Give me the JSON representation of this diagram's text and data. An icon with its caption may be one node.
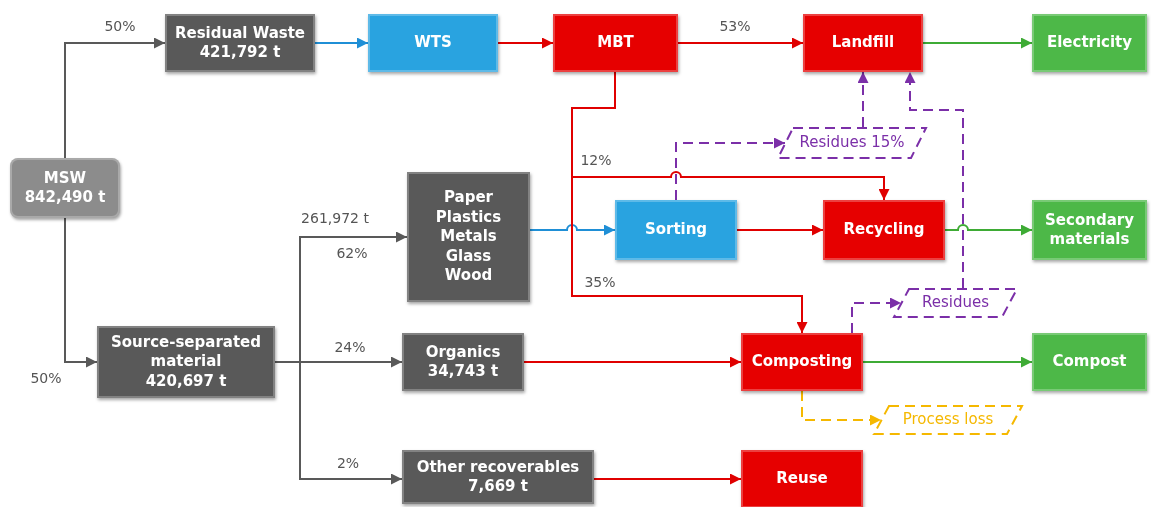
{
  "diagram": {
    "nodes": [
      {
        "text": [
          "MSW",
          "842,490 t"
        ]
      },
      {
        "text": [
          "Residual Waste",
          "421,792 t"
        ]
      },
      {
        "text": [
          "WTS"
        ]
      },
      {
        "text": [
          "MBT"
        ]
      },
      {
        "text": [
          "Landfill"
        ]
      },
      {
        "text": [
          "Electricity"
        ]
      },
      {
        "text": [
          "Paper",
          "Plastics",
          "Metals",
          "Glass",
          "Wood"
        ]
      },
      {
        "text": [
          "Sorting"
        ]
      },
      {
        "text": [
          "Recycling"
        ]
      },
      {
        "text": [
          "Secondary materials"
        ]
      },
      {
        "text": [
          "Source-separated material",
          "420,697 t"
        ]
      },
      {
        "text": [
          "Organics",
          "34,743 t"
        ]
      },
      {
        "text": [
          "Composting"
        ]
      },
      {
        "text": [
          "Compost"
        ]
      },
      {
        "text": [
          "Other recoverables",
          "7,669 t"
        ]
      },
      {
        "text": [
          "Reuse"
        ]
      },
      {
        "text": [
          "Residues 15%"
        ]
      },
      {
        "text": [
          "Residues"
        ]
      },
      {
        "text": [
          "Process loss"
        ]
      }
    ],
    "edges": [
      {
        "from": 0,
        "to": 1,
        "arrow": "to",
        "label": "50%",
        "color": "#595959"
      },
      {
        "from": 0,
        "to": 10,
        "arrow": "to",
        "label": "50%",
        "color": "#595959"
      },
      {
        "from": 1,
        "to": 2,
        "arrow": "to",
        "color": "#1f8fd6"
      },
      {
        "from": 2,
        "to": 3,
        "arrow": "to"
      },
      {
        "from": 3,
        "to": 4,
        "arrow": "to",
        "label": "53%"
      },
      {
        "from": 4,
        "to": 5,
        "arrow": "to",
        "color": "#3eab35"
      },
      {
        "from": 10,
        "to": 6,
        "arrow": "to",
        "label": "62%",
        "color": "#595959"
      },
      {
        "from": 10,
        "to": 11,
        "arrow": "to",
        "label": "24%",
        "color": "#595959"
      },
      {
        "from": 10,
        "to": 14,
        "arrow": "to",
        "label": "2%",
        "color": "#595959"
      },
      {
        "from": 6,
        "to": 7,
        "arrow": "to",
        "color": "#1f8fd6"
      },
      {
        "from": 7,
        "to": 8,
        "arrow": "to"
      },
      {
        "from": 8,
        "to": 9,
        "arrow": "to",
        "color": "#3eab35"
      },
      {
        "from": 3,
        "to": 8,
        "arrow": "to",
        "label": "12%"
      },
      {
        "from": 3,
        "to": 12,
        "arrow": "to",
        "label": "35%"
      },
      {
        "from": 11,
        "to": 12,
        "arrow": "to"
      },
      {
        "from": 12,
        "to": 13,
        "arrow": "to",
        "color": "#3eab35"
      },
      {
        "from": 14,
        "to": 15,
        "arrow": "to"
      },
      {
        "from": 7,
        "to": 16,
        "arrow": "to",
        "style": "dashed",
        "color": "#7b2fa8"
      },
      {
        "from": 16,
        "to": 4,
        "arrow": "to",
        "style": "dashed",
        "color": "#7b2fa8"
      },
      {
        "from": 12,
        "to": 17,
        "arrow": "to",
        "style": "dashed",
        "color": "#7b2fa8"
      },
      {
        "from": 17,
        "to": 4,
        "arrow": "to",
        "style": "dashed",
        "color": "#7b2fa8"
      },
      {
        "from": 12,
        "to": 18,
        "arrow": "to",
        "style": "dashed",
        "color": "#f5b800"
      }
    ],
    "labels": [
      "261,972 t"
    ]
  }
}
